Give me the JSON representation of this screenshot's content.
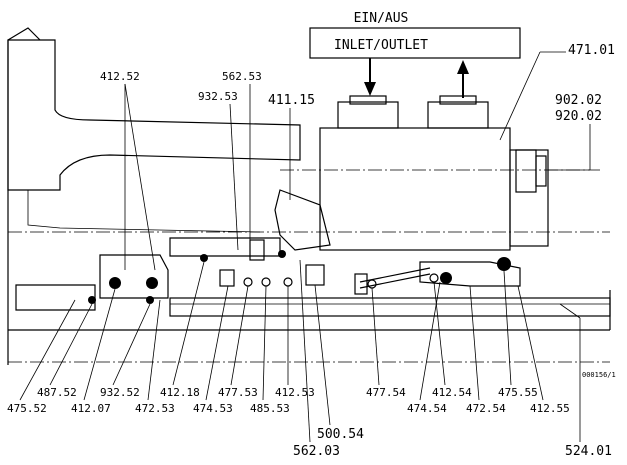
{
  "header": {
    "title": "EIN/AUS",
    "subtitle": "INLET/OUTLET"
  },
  "doc_ref": "000156/1",
  "labels": {
    "p471_01": "471.01",
    "p412_52": "412.52",
    "p562_53": "562.53",
    "p932_53": "932.53",
    "p411_15": "411.15",
    "p902_02": "902.02",
    "p920_02": "920.02",
    "p487_52": "487.52",
    "p932_52": "932.52",
    "p412_18": "412.18",
    "p477_53": "477.53",
    "p412_53": "412.53",
    "p477_54": "477.54",
    "p412_54": "412.54",
    "p475_55": "475.55",
    "p475_52": "475.52",
    "p412_07": "412.07",
    "p472_53": "472.53",
    "p474_53": "474.53",
    "p485_53": "485.53",
    "p474_54": "474.54",
    "p472_54": "472.54",
    "p412_55": "412.55",
    "p500_54": "500.54",
    "p562_03": "562.03",
    "p524_01": "524.01"
  }
}
